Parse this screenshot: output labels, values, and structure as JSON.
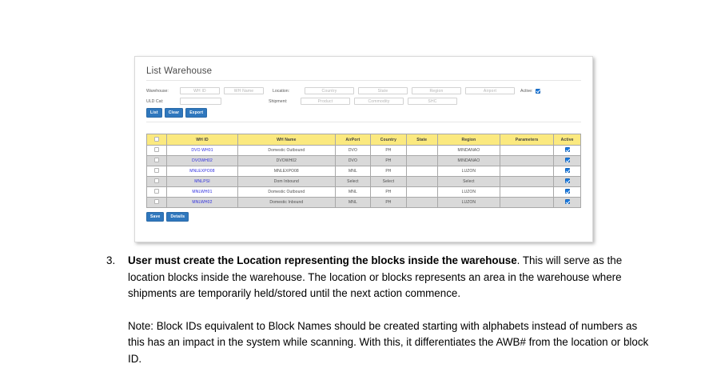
{
  "panel": {
    "title": "List Warehouse",
    "form": {
      "labels": {
        "warehouse": "Warehouse:",
        "uld_cat": "ULD Cat:",
        "location": "Location:",
        "shipment": "Shipment:",
        "active": "Active:"
      },
      "fields": {
        "wh_id": {
          "placeholder": "WH ID",
          "value": ""
        },
        "wh_name": {
          "placeholder": "WH Name",
          "value": ""
        },
        "uld_cat": {
          "placeholder": "",
          "value": ""
        },
        "country": {
          "placeholder": "Country",
          "value": ""
        },
        "state": {
          "placeholder": "State",
          "value": ""
        },
        "region": {
          "placeholder": "Region",
          "value": ""
        },
        "airport": {
          "placeholder": "Airport",
          "value": ""
        },
        "product": {
          "placeholder": "Product",
          "value": ""
        },
        "commodity": {
          "placeholder": "Commodity",
          "value": ""
        },
        "shc": {
          "placeholder": "SHC",
          "value": ""
        }
      },
      "active_checked": true,
      "buttons": [
        "List",
        "Clear",
        "Export"
      ]
    },
    "table": {
      "headers": [
        "",
        "WH ID",
        "WH Name",
        "AirPort",
        "Country",
        "State",
        "Region",
        "Parameters",
        "Active"
      ],
      "select_all_checked": false,
      "rows": [
        {
          "selected": false,
          "wh_id": "DVO WH01",
          "wh_name": "Domestic Outbound",
          "airport": "DVO",
          "country": "PH",
          "state": "",
          "region": "MINDANAO",
          "parameters": "",
          "active": true
        },
        {
          "selected": false,
          "wh_id": "DVOWH02",
          "wh_name": "DVOWH02",
          "airport": "DVO",
          "country": "PH",
          "state": "",
          "region": "MINDANAO",
          "parameters": "",
          "active": true
        },
        {
          "selected": false,
          "wh_id": "MNLEXPO08",
          "wh_name": "MNLEXPO08",
          "airport": "MNL",
          "country": "PH",
          "state": "",
          "region": "LUZON",
          "parameters": "",
          "active": true
        },
        {
          "selected": false,
          "wh_id": "MNLPSI",
          "wh_name": "Dom Inbound",
          "airport": "Select",
          "country": "Select",
          "state": "",
          "region": "Select",
          "parameters": "",
          "active": true
        },
        {
          "selected": false,
          "wh_id": "MNLWH01",
          "wh_name": "Domestic Outbound",
          "airport": "MNL",
          "country": "PH",
          "state": "",
          "region": "LUZON",
          "parameters": "",
          "active": true
        },
        {
          "selected": false,
          "wh_id": "MNLWH02",
          "wh_name": "Domestic Inbound",
          "airport": "MNL",
          "country": "PH",
          "state": "",
          "region": "LUZON",
          "parameters": "",
          "active": true
        }
      ]
    },
    "footer_buttons": [
      "Save",
      "Details"
    ]
  },
  "document": {
    "item_number": "3.",
    "item_bold": "User must create the Location representing the blocks inside the warehouse",
    "item_rest": ". This will serve as the location blocks inside the warehouse. The location or blocks represents an area in the warehouse where shipments are temporarily held/stored until the next action commence.",
    "note": "Note: Block IDs equivalent to Block Names should be created starting with alphabets instead of numbers as this has an impact in the system while scanning. With this, it differentiates the AWB# from the location or block ID."
  },
  "colors": {
    "table_header": "#fbe97f",
    "button_blue": "#2f77bd",
    "link_blue": "#2a2ae0",
    "row_alt": "#d9d9d9"
  }
}
